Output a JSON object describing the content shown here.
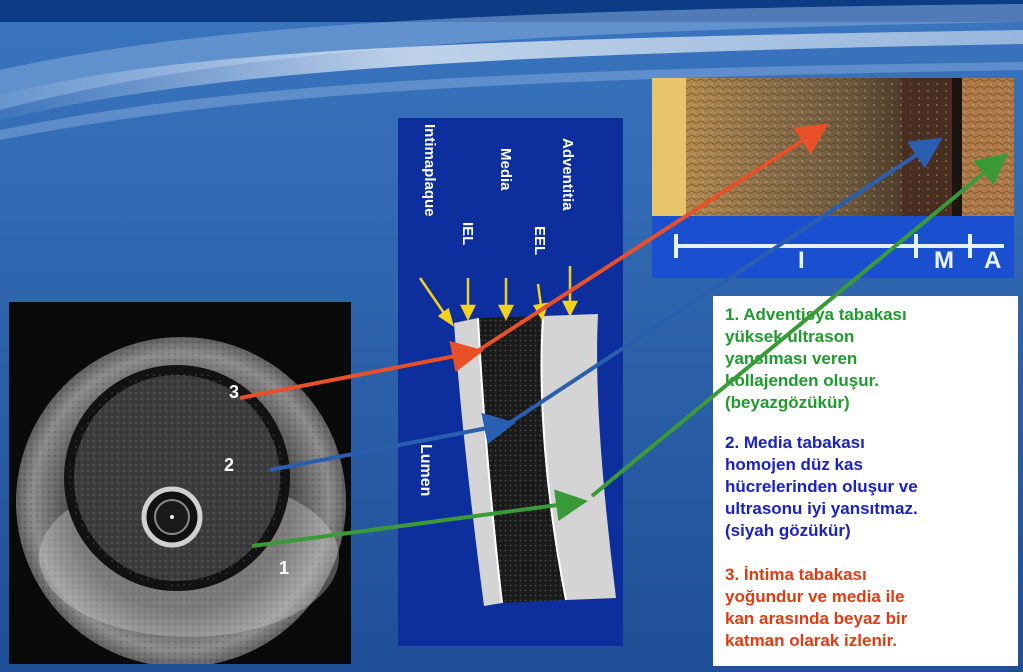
{
  "histology": {
    "scale_labels": [
      "I",
      "M",
      "A"
    ]
  },
  "layer_diagram": {
    "labels": {
      "intimaplaque": "Intimaplaque",
      "iel": "IEL",
      "media": "Media",
      "eel": "EEL",
      "adventitia": "Adventitia",
      "lumen": "Lumen"
    }
  },
  "ivus": {
    "numbers": [
      "3",
      "2",
      "1"
    ]
  },
  "explanation": {
    "adventitia": [
      "1. Adventisya tabakası",
      "yüksek ultrason",
      "yansıması veren",
      "kollajenden oluşur.",
      "(beyazgözükür)"
    ],
    "media": [
      "2. Media tabakası",
      "homojen düz kas",
      "hücrelerinden oluşur ve",
      "ultrasonu iyi yansıtmaz.",
      "(siyah gözükür)"
    ],
    "intima": [
      "3. İntima tabakası",
      "yoğundur ve media ile",
      "kan arasında beyaz bir",
      "katman olarak izlenir."
    ]
  },
  "colors": {
    "green": "#1e9b2c",
    "blue": "#1a22c4",
    "red": "#e23a12",
    "arrow_red": "#e8502a",
    "arrow_blue": "#2a5fb0",
    "arrow_green": "#3a9a38",
    "label_arrow_yellow": "#f2d21a"
  }
}
